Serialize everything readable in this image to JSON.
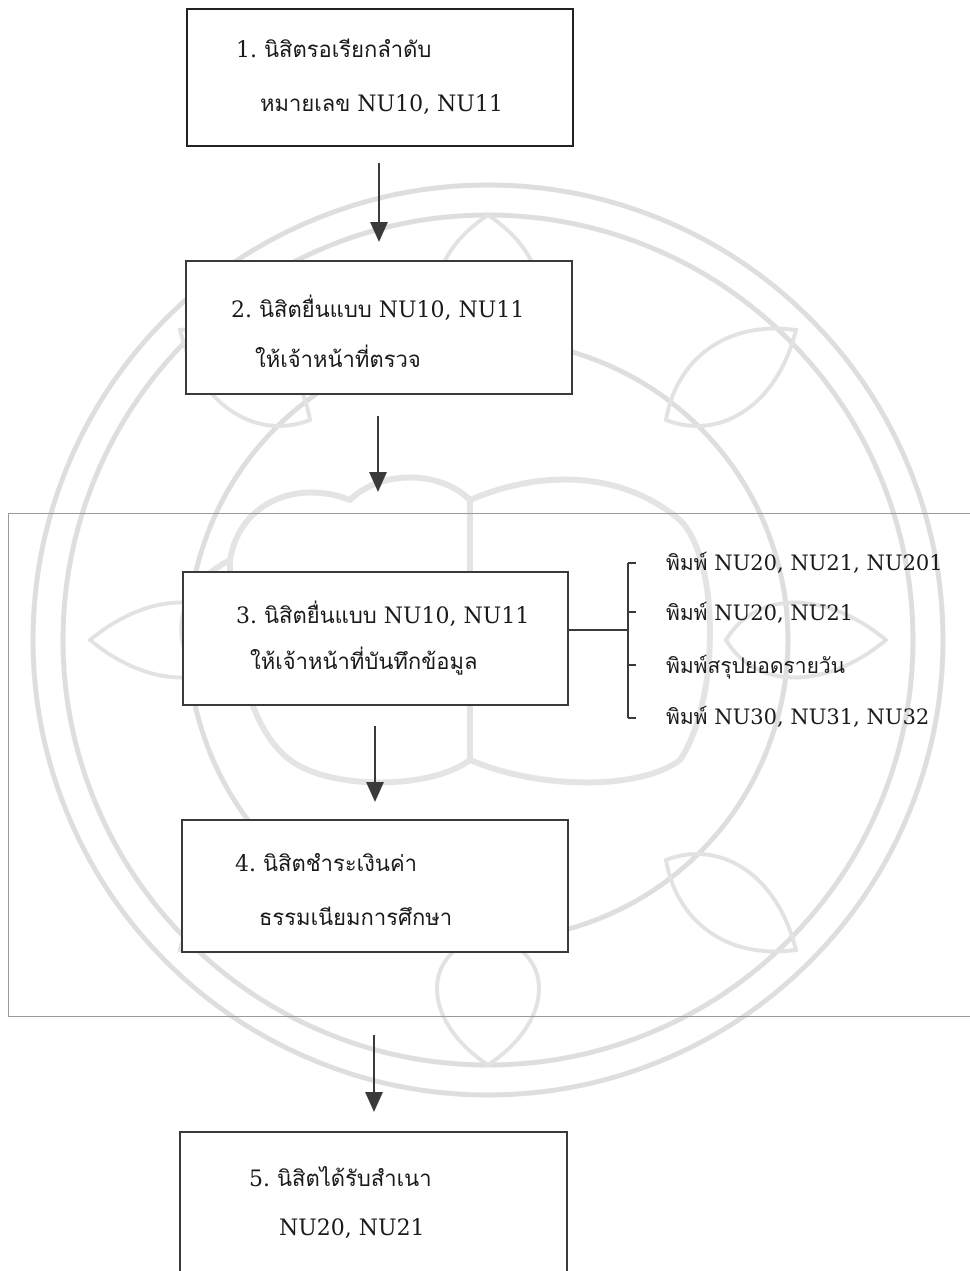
{
  "flowchart": {
    "steps": [
      {
        "line1": "1. นิสิตรอเรียกลำดับ",
        "line2": "หมายเลข NU10, NU11"
      },
      {
        "line1": "2. นิสิตยื่นแบบ NU10, NU11",
        "line2": "ให้เจ้าหน้าที่ตรวจ"
      },
      {
        "line1": "3. นิสิตยื่นแบบ NU10, NU11",
        "line2": "ให้เจ้าหน้าที่บันทึกข้อมูล"
      },
      {
        "line1": "4. นิสิตชำระเงินค่า",
        "line2": "ธรรมเนียมการศึกษา"
      },
      {
        "line1": "5. นิสิตได้รับสำเนา",
        "line2": "NU20, NU21"
      }
    ],
    "print_outputs": [
      "พิมพ์ NU20, NU21, NU201",
      "พิมพ์ NU20, NU21",
      "พิมพ์สรุปยอดรายวัน",
      "พิมพ์ NU30, NU31, NU32"
    ]
  },
  "colors": {
    "box_border": "#3a3a3a",
    "text": "#1a1a1a",
    "watermark": "#d9d9d9"
  }
}
